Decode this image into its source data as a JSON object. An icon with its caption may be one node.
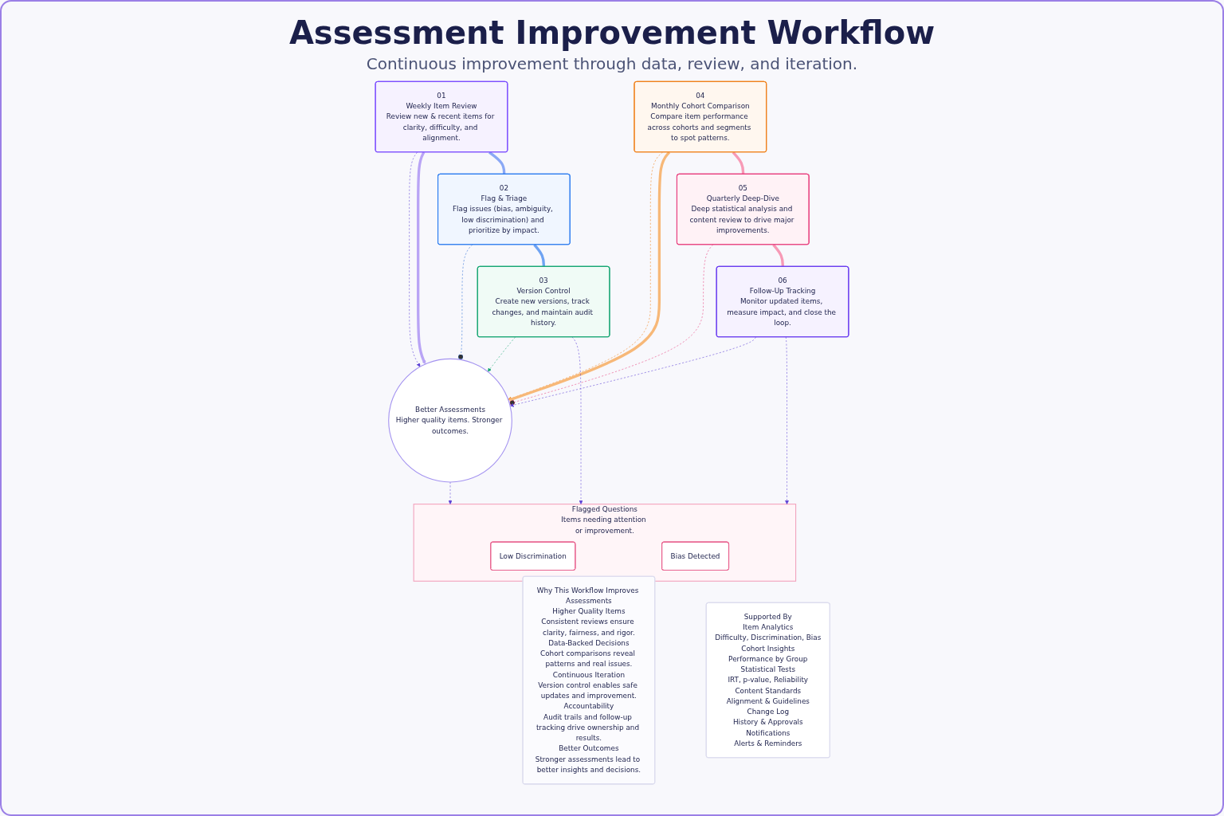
{
  "diagram": {
    "title": "Assessment Improvement Workflow",
    "nodes": [
      {
        "text": [
          "01",
          "Weekly Item Review",
          "Review new & recent items for clarity, difficulty, and alignment."
        ]
      },
      {
        "text": [
          "02",
          "Flag & Triage",
          "Flag issues (bias, ambiguity, low discrimination) and prioritize by impact."
        ]
      },
      {
        "text": [
          "03",
          "Version Control",
          "Create new versions, track changes, and maintain audit history."
        ]
      },
      {
        "text": [
          "Better Assessments",
          "Higher quality items. Stronger outcomes."
        ]
      },
      {
        "text": [
          "04",
          "Monthly Cohort Comparison",
          "Compare item performance across cohorts and segments to spot patterns."
        ]
      },
      {
        "text": [
          "05",
          "Quarterly Deep-Dive",
          "Deep statistical analysis and content review to drive major improvements."
        ]
      },
      {
        "text": [
          "06",
          "Follow-Up Tracking",
          "Monitor updated items, measure impact, and close the loop."
        ]
      },
      {
        "text": [
          "Flagged Questions",
          "Items needing attention or improvement."
        ]
      },
      {
        "text": [
          "Low Discrimination"
        ],
        "in": 7
      },
      {
        "text": [
          "Bias Detected"
        ],
        "in": 7
      },
      {
        "text": [
          "Why This Workflow Improves Assessments",
          "Higher Quality Items",
          "Consistent reviews ensure clarity, fairness, and rigor.",
          "Data-Backed Decisions",
          "Cohort comparisons reveal patterns and real issues.",
          "Continuous Iteration",
          "Version control enables safe updates and improvement.",
          "Accountability",
          "Audit trails and follow-up tracking drive ownership and results.",
          "Better Outcomes",
          "Stronger assessments lead to better insights and decisions."
        ]
      },
      {
        "text": [
          "Supported By",
          "Item Analytics",
          "Difficulty, Discrimination, Bias",
          "Cohort Insights",
          "Performance by Group",
          "Statistical Tests",
          "IRT, p-value, Reliability",
          "Content Standards",
          "Alignment & Guidelines",
          "Change Log",
          "History & Approvals",
          "Notifications",
          "Alerts & Reminders"
        ]
      }
    ],
    "edges": [
      {
        "from": 0,
        "to": 3,
        "arrow": "to",
        "style": "dashed",
        "color": "#5b3fd6"
      },
      {
        "from": 0,
        "to": 3,
        "arrow": "to",
        "style": "thick",
        "color": "#b9a4f5"
      },
      {
        "from": 1,
        "to": 3,
        "arrow": "other",
        "style": "dashed",
        "color": "#2f6fd6"
      },
      {
        "from": 2,
        "to": 3,
        "arrow": "to",
        "style": "dashed",
        "color": "#17a673"
      },
      {
        "from": 4,
        "to": 3,
        "arrow": "to",
        "style": "dashed",
        "color": "#f0811a"
      },
      {
        "from": 4,
        "to": 3,
        "arrow": "to",
        "style": "thick",
        "color": "#f7b878"
      },
      {
        "from": 5,
        "to": 3,
        "arrow": "other",
        "style": "dashed",
        "color": "#e83f7e"
      },
      {
        "from": 6,
        "to": 3,
        "arrow": "to",
        "style": "dashed",
        "color": "#5b3fd6"
      },
      {
        "from": 3,
        "to": 7,
        "arrow": "to",
        "style": "dashed",
        "color": "#5b3fd6"
      },
      {
        "from": 2,
        "to": 7,
        "arrow": "to",
        "style": "dashed",
        "color": "#5b3fd6"
      },
      {
        "from": 6,
        "to": 7,
        "arrow": "to",
        "style": "dashed",
        "color": "#5b3fd6"
      },
      {
        "from": 1,
        "to": 0,
        "arrow": "none",
        "style": "thick",
        "color": "#8aa8f5"
      },
      {
        "from": 2,
        "to": 1,
        "arrow": "none",
        "style": "thick",
        "color": "#6fa3f2"
      },
      {
        "from": 4,
        "to": 5,
        "arrow": "none",
        "style": "thick",
        "color": "#f79ab6"
      },
      {
        "from": 5,
        "to": 6,
        "arrow": "none",
        "style": "thick",
        "color": "#f79ab6"
      }
    ],
    "labels": [
      "Continuous improvement through data, review, and iteration."
    ]
  }
}
